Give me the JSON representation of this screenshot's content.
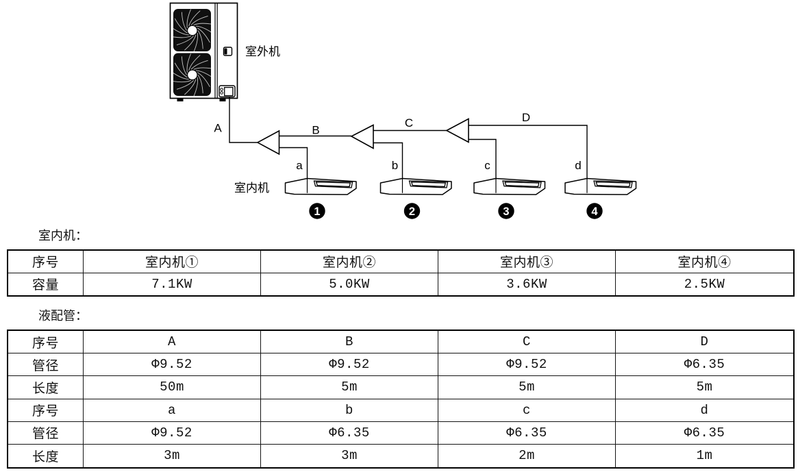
{
  "diagram": {
    "outdoor_unit_label": "室外机",
    "indoor_unit_label": "室内机",
    "pipe_labels": {
      "A": "A",
      "B": "B",
      "C": "C",
      "D": "D",
      "a": "a",
      "b": "b",
      "c": "c",
      "d": "d"
    },
    "unit_numbers": [
      "1",
      "2",
      "3",
      "4"
    ]
  },
  "indoor_table": {
    "title": "室内机：",
    "rows": [
      [
        "序号",
        "室内机①",
        "室内机②",
        "室内机③",
        "室内机④"
      ],
      [
        "容量",
        "7.1KW",
        "5.0KW",
        "3.6KW",
        "2.5KW"
      ]
    ]
  },
  "pipe_table": {
    "title": "液配管：",
    "rows": [
      [
        "序号",
        "A",
        "B",
        "C",
        "D"
      ],
      [
        "管径",
        "Φ9.52",
        "Φ9.52",
        "Φ9.52",
        "Φ6.35"
      ],
      [
        "长度",
        "50m",
        "5m",
        "5m",
        "5m"
      ],
      [
        "序号",
        "a",
        "b",
        "c",
        "d"
      ],
      [
        "管径",
        "Φ9.52",
        "Φ6.35",
        "Φ6.35",
        "Φ6.35"
      ],
      [
        "长度",
        "3m",
        "3m",
        "2m",
        "1m"
      ]
    ]
  },
  "colors": {
    "line": "#000000",
    "fan_fill": "#101010",
    "badge_fill": "#000000"
  }
}
